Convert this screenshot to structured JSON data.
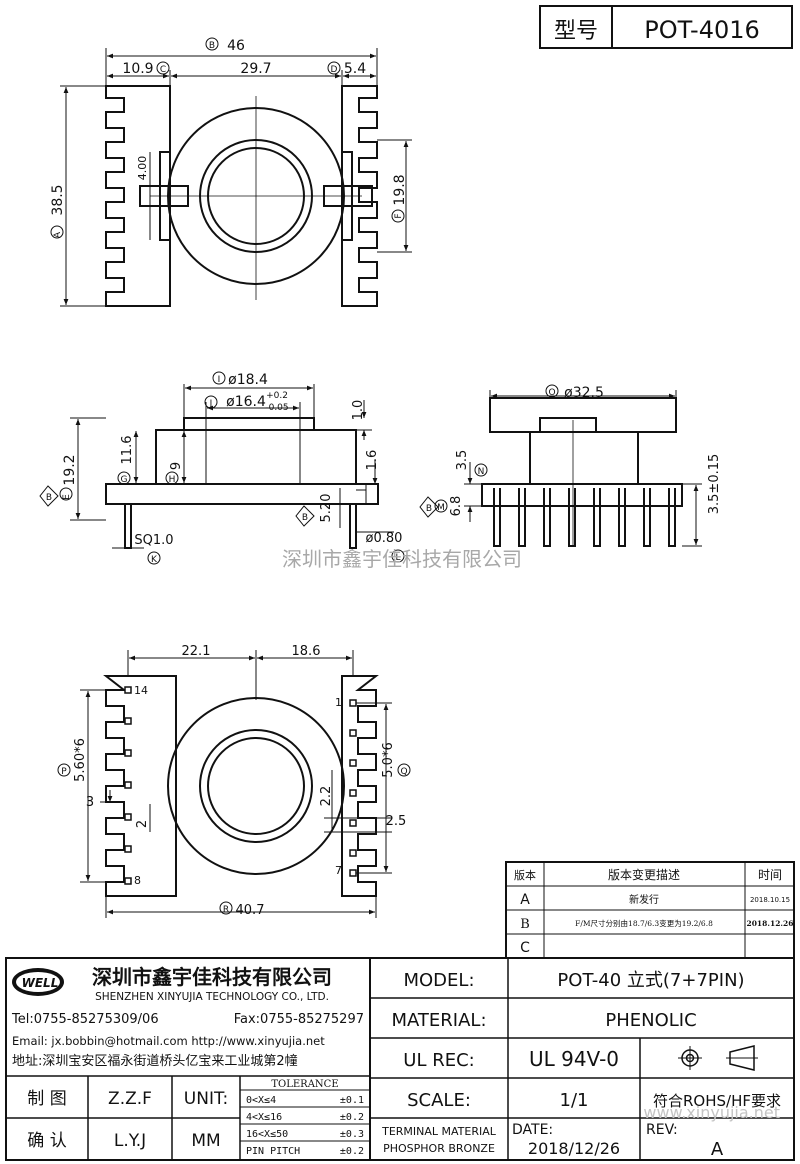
{
  "header": {
    "model_label": "型号",
    "model_value": "POT-4016"
  },
  "top_view": {
    "dim_b": "46",
    "dim_c": "10.9",
    "dim_mid": "29.7",
    "dim_d": "5.4",
    "dim_a": "38.5",
    "dim_4": "4.00",
    "dim_f": "19.8",
    "mark_b": "B",
    "mark_c": "C",
    "mark_d": "D",
    "mark_a": "A",
    "mark_f": "F"
  },
  "side_view": {
    "dim_i": "ø18.4",
    "dim_j_base": "ø16.4",
    "dim_j_up": "+0.2",
    "dim_j_low": "-0.05",
    "dim_10": "1.0",
    "dim_192": "19.2",
    "dim_116": "11.6",
    "dim_9": "9",
    "dim_16": "1.6",
    "dim_520": "5.20",
    "dim_080": "ø0.80",
    "dim_sq": "SQ1.0",
    "mark_i": "I",
    "mark_j": "J",
    "mark_e": "E",
    "mark_g": "G",
    "mark_h": "H",
    "mark_b1": "B",
    "mark_b2": "B",
    "mark_l": "L",
    "mark_k": "K"
  },
  "end_view": {
    "dim_o": "ø32.5",
    "dim_35": "3.5",
    "dim_68": "6.8",
    "dim_3515": "3.5±0.15",
    "mark_o": "O",
    "mark_n": "N",
    "mark_m": "M",
    "mark_b": "B"
  },
  "watermark": "深圳市鑫宇佳科技有限公司",
  "bottom_view": {
    "dim_221": "22.1",
    "dim_186": "18.6",
    "dim_p": "5.60*6",
    "dim_q": "5.0*6",
    "dim_3": "3",
    "dim_2": "2",
    "dim_22": "2.2",
    "dim_25": "2.5",
    "dim_r": "40.7",
    "pin_14": "14",
    "pin_8": "8",
    "pin_1": "1",
    "pin_7": "7",
    "mark_p": "P",
    "mark_q": "Q",
    "mark_r": "R"
  },
  "revision": {
    "headers": [
      "版本",
      "版本变更描述",
      "时间"
    ],
    "rows": [
      {
        "ver": "A",
        "desc": "新发行",
        "date": "2018.10.15"
      },
      {
        "ver": "B",
        "desc": "F/M尺寸分别由18.7/6.3变更为19.2/6.8",
        "date": "2018.12.26"
      },
      {
        "ver": "C",
        "desc": "",
        "date": ""
      }
    ]
  },
  "company": {
    "name_cn": "深圳市鑫宇佳科技有限公司",
    "name_en": "SHENZHEN XINYUJIA TECHNOLOGY CO., LTD.",
    "tel": "Tel:0755-85275309/06",
    "fax": "Fax:0755-85275297",
    "email": "Email: jx.bobbin@hotmail.com http://www.xinyujia.net",
    "address": "地址:深圳宝安区福永街道桥头亿宝来工业城第2幢",
    "logo": "WELL"
  },
  "title_block": {
    "model_label": "MODEL:",
    "model_value": "POT-40 立式(7+7PIN)",
    "material_label": "MATERIAL:",
    "material_value": "PHENOLIC",
    "ulrec_label": "UL REC:",
    "ulrec_value": "UL 94V-0",
    "scale_label": "SCALE:",
    "scale_value": "1/1",
    "rohs": "符合ROHS/HF要求",
    "date_label": "DATE:",
    "date_value": "2018/12/26",
    "rev_label": "REV:",
    "rev_value": "A",
    "terminal_line1": "TERMINAL MATERIAL",
    "terminal_line2": "PHOSPHOR BRONZE",
    "drawn_label": "制 图",
    "drawn_value": "Z.Z.F",
    "checked_label": "确 认",
    "checked_value": "L.Y.J",
    "unit_label": "UNIT:",
    "unit_value": "MM",
    "tolerance_title": "TOLERANCE",
    "tolerances": [
      {
        "range": "0<X≤4",
        "tol": "±0.1"
      },
      {
        "range": "4<X≤16",
        "tol": "±0.2"
      },
      {
        "range": "16<X≤50",
        "tol": "±0.3"
      },
      {
        "range": "PIN PITCH",
        "tol": "±0.2"
      }
    ],
    "web_watermark": "www.xinyujia.net"
  }
}
